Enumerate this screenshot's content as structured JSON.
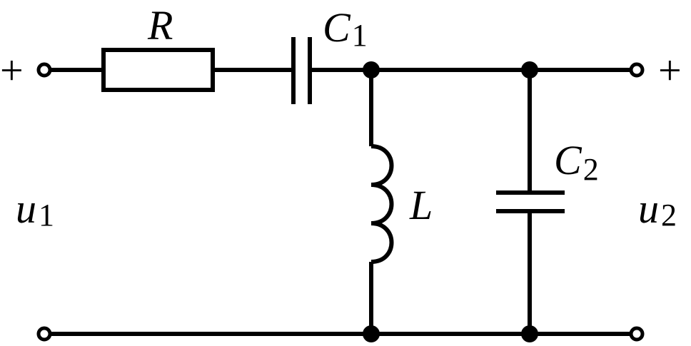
{
  "diagram": {
    "labels": {
      "resistor": "R",
      "capacitor1_main": "C",
      "capacitor1_sub": "1",
      "capacitor2_main": "C",
      "capacitor2_sub": "2",
      "inductor": "L",
      "input_voltage_main": "u",
      "input_voltage_sub": "1",
      "output_voltage_main": "u",
      "output_voltage_sub": "2",
      "input_plus": "+",
      "output_plus": "+"
    }
  }
}
